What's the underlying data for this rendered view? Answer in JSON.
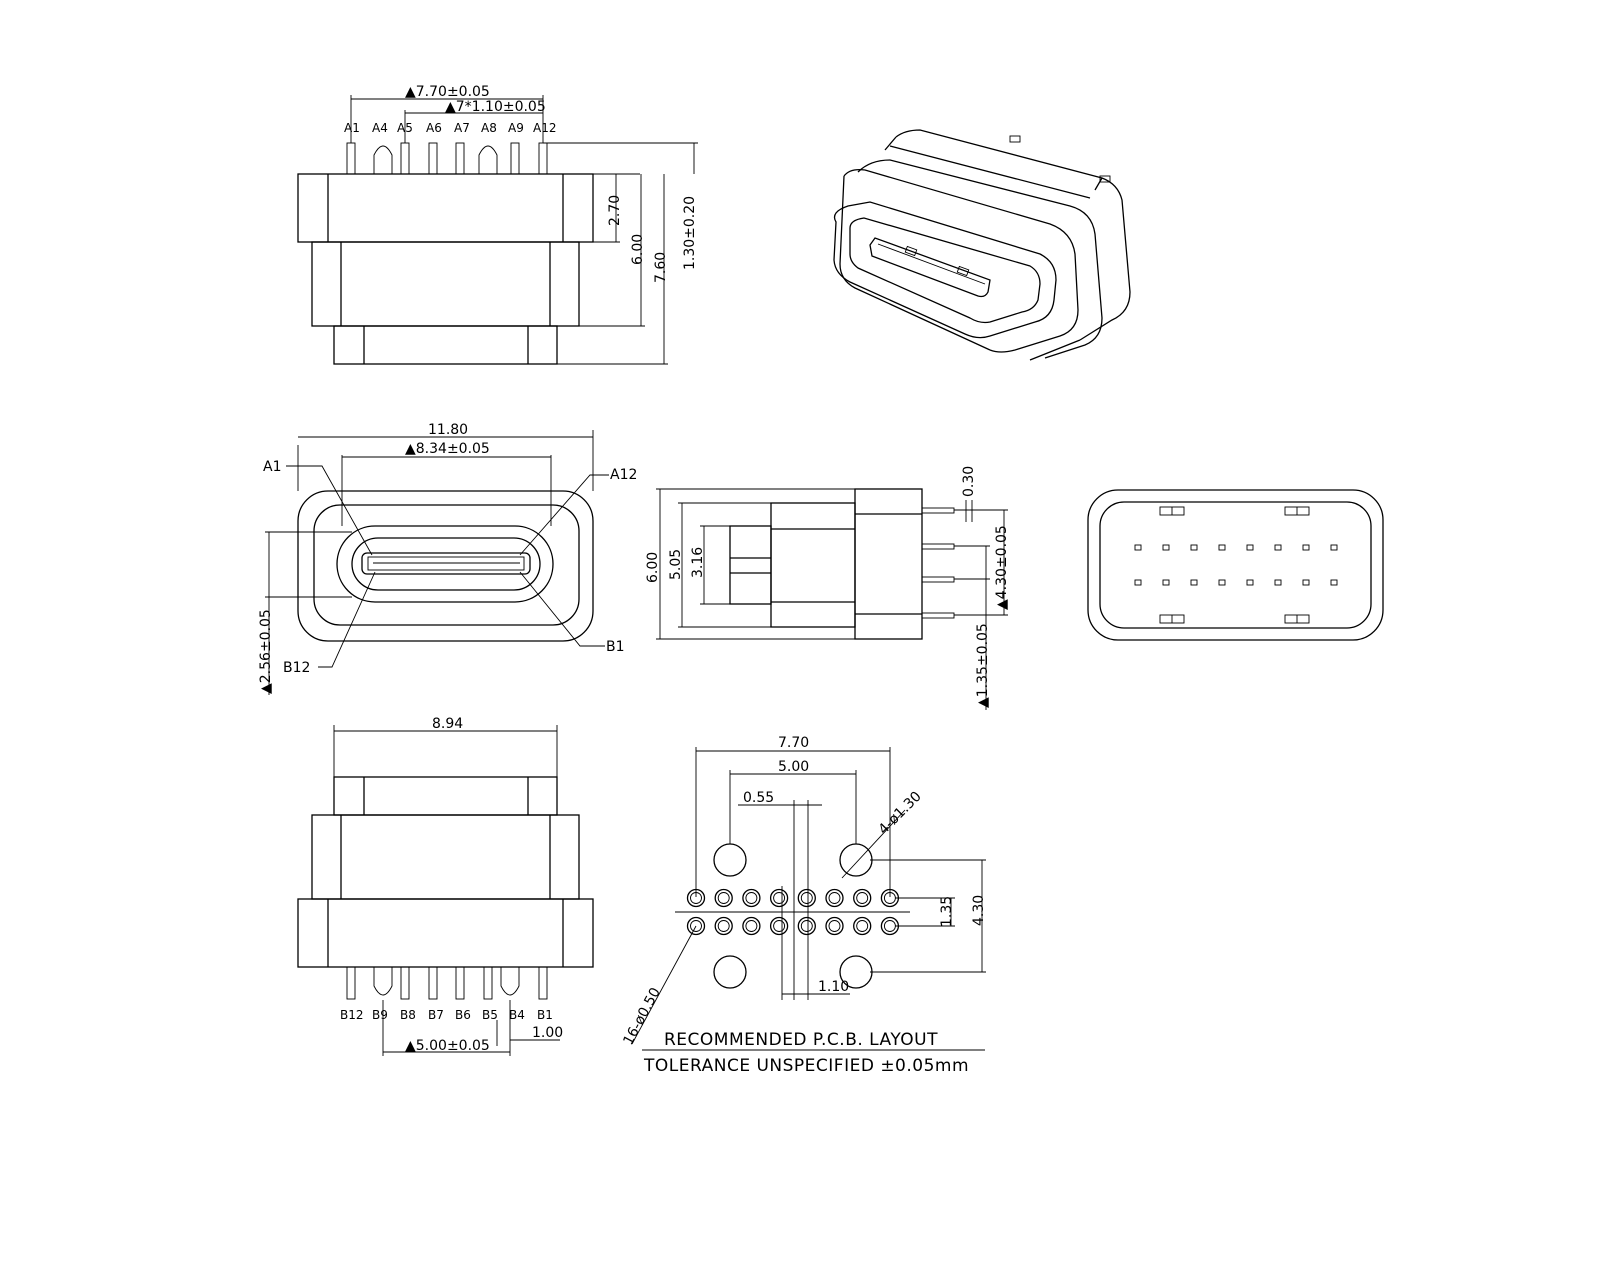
{
  "top_view": {
    "dim_pin_span": "▲7.70±0.05",
    "dim_pin_pitch": "▲7*1.10±0.05",
    "pins": [
      "A1",
      "A4",
      "A5",
      "A6",
      "A7",
      "A8",
      "A9",
      "A12"
    ],
    "dim_flange": "2.70",
    "dim_body": "6.00",
    "dim_total": "7.60",
    "dim_pin_len": "1.30±0.20"
  },
  "front_view": {
    "dim_width": "11.80",
    "dim_opening": "▲8.34±0.05",
    "dim_opening_h": "▲2.56±0.05",
    "pin_labels": {
      "a1": "A1",
      "a12": "A12",
      "b12": "B12",
      "b1": "B1"
    }
  },
  "side_view": {
    "dim_pin_dia": "0.30",
    "dim_height": "6.00",
    "dim_inner": "5.05",
    "dim_plug": "3.16",
    "dim_pin_spacing": "▲4.30±0.05",
    "dim_pin_offset": "▲1.35±0.05"
  },
  "bottom_view": {
    "dim_width": "8.94",
    "pins": [
      "B12",
      "B9",
      "B8",
      "B7",
      "B6",
      "B5",
      "B4",
      "B1"
    ],
    "dim_span": "▲5.00±0.05",
    "dim_pitch": "1.00"
  },
  "pcb_layout": {
    "dim_outer": "7.70",
    "dim_pegs": "5.00",
    "dim_hole": "0.55",
    "dim_peg_holes": "4-ø1.30",
    "dim_row_gap": "1.35",
    "dim_row_span": "4.30",
    "dim_pitch": "1.10",
    "dim_pin_holes": "16-ø0.50",
    "title": "RECOMMENDED  P.C.B.  LAYOUT",
    "tolerance": "TOLERANCE  UNSPECIFIED  ±0.05mm"
  }
}
